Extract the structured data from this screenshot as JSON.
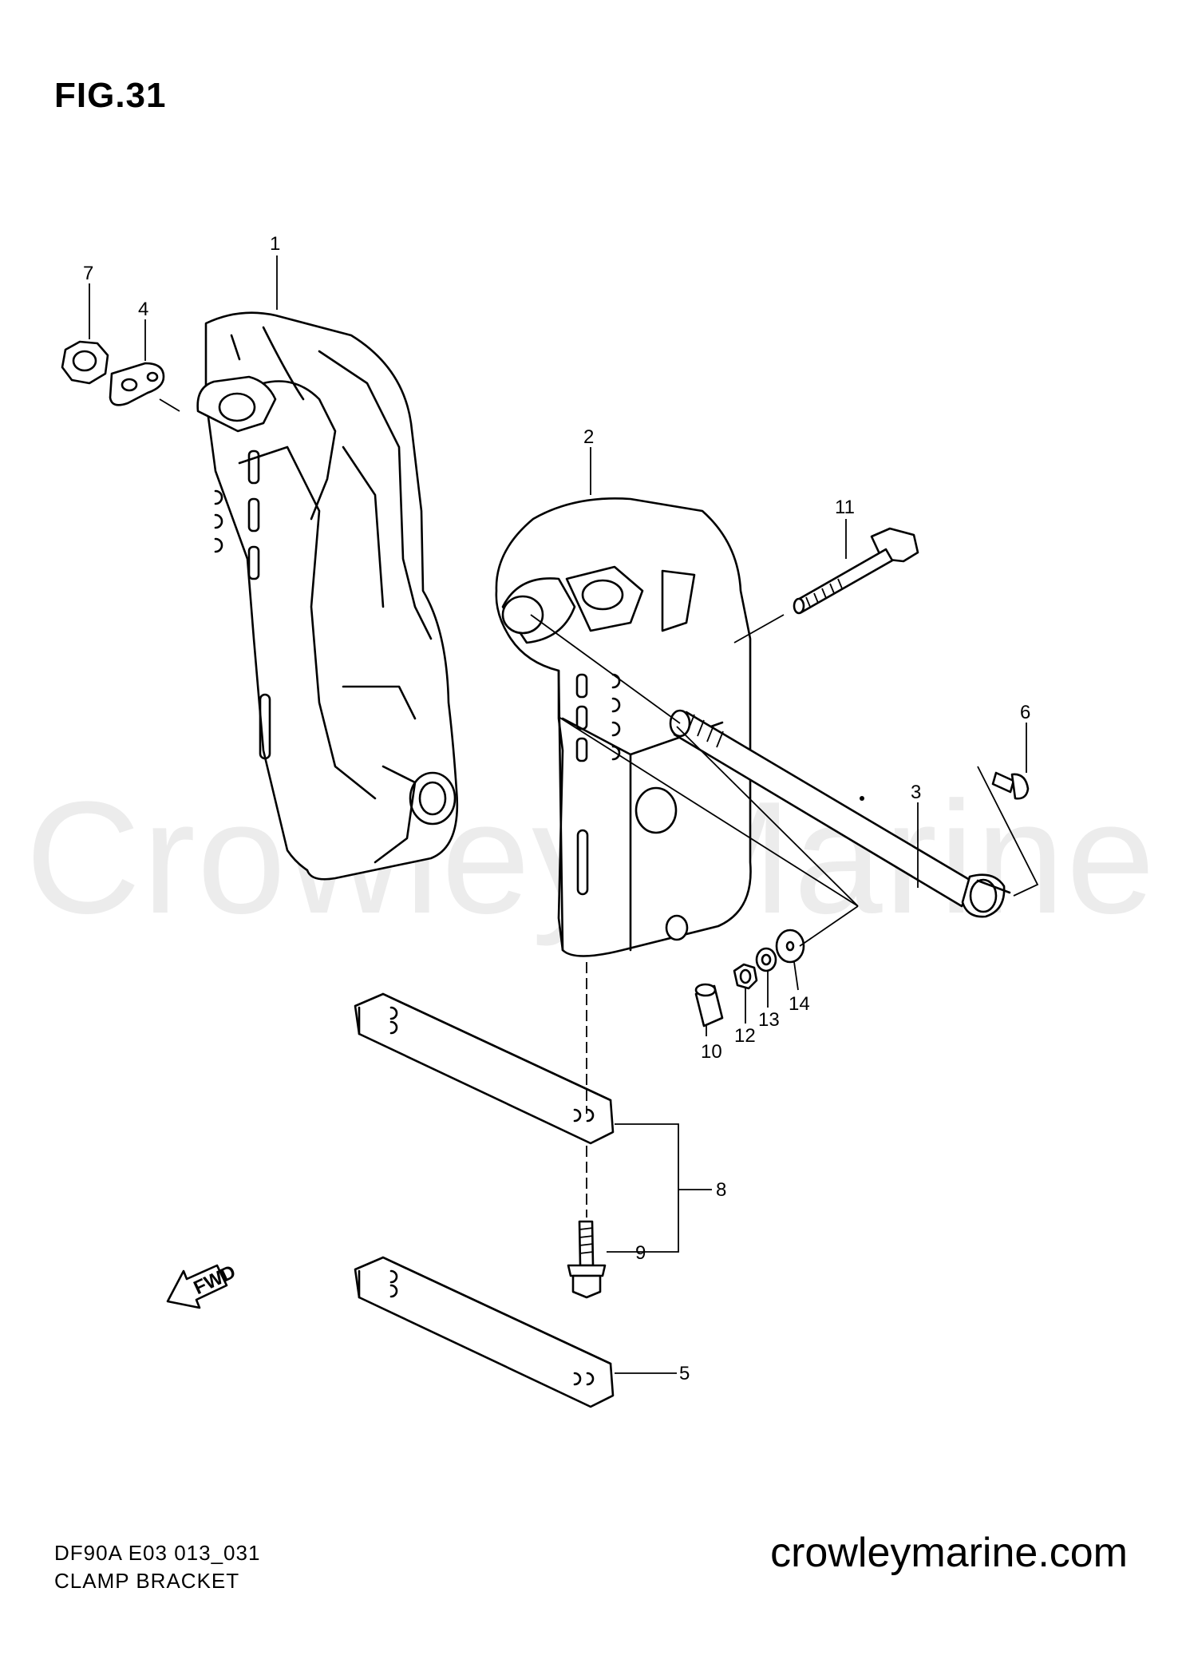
{
  "figure": {
    "title": "FIG.31"
  },
  "watermark": "Crowley Marine",
  "footer": {
    "model_code": "DF90A E03 013_031",
    "section_name": "CLAMP BRACKET",
    "website": "crowleymarine.com"
  },
  "fwd_label": "FWD",
  "callouts": [
    "1",
    "2",
    "3",
    "4",
    "5",
    "6",
    "7",
    "8",
    "9",
    "10",
    "11",
    "12",
    "13",
    "14"
  ]
}
